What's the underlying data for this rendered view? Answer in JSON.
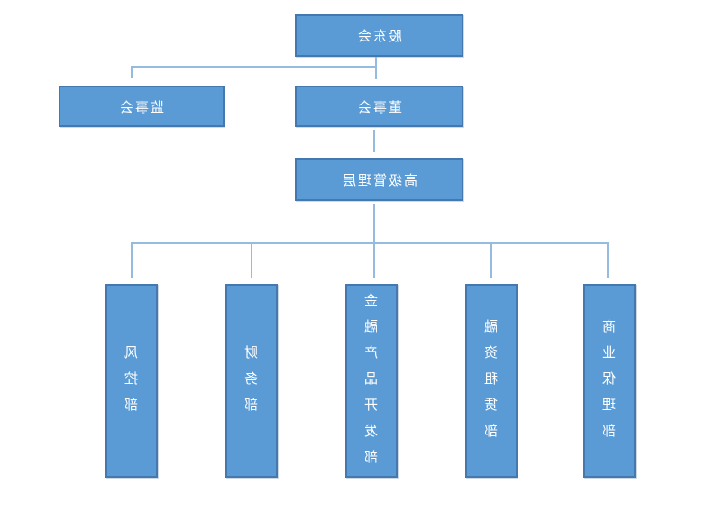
{
  "diagram": {
    "type": "org-chart",
    "text_mirrored": true,
    "colors": {
      "background": "#ffffff",
      "node_fill": "#5b9bd5",
      "node_border": "#4678b0",
      "connector": "#95bcdf",
      "text": "#ffffff"
    },
    "nodes": {
      "shareholders": {
        "label": "股东会"
      },
      "supervisory_board": {
        "label": "监事会"
      },
      "board_of_directors": {
        "label": "董事会"
      },
      "senior_management": {
        "label": "高级管理层"
      },
      "departments": [
        {
          "label": "风控部"
        },
        {
          "label": "财务部"
        },
        {
          "label": "金融产品开发部"
        },
        {
          "label": "融资租赁部"
        },
        {
          "label": "商业保理部"
        }
      ]
    },
    "edges": [
      {
        "from": "shareholders",
        "to": "supervisory_board"
      },
      {
        "from": "shareholders",
        "to": "board_of_directors"
      },
      {
        "from": "board_of_directors",
        "to": "senior_management"
      },
      {
        "from": "senior_management",
        "to": "风控部"
      },
      {
        "from": "senior_management",
        "to": "财务部"
      },
      {
        "from": "senior_management",
        "to": "金融产品开发部"
      },
      {
        "from": "senior_management",
        "to": "融资租赁部"
      },
      {
        "from": "senior_management",
        "to": "商业保理部"
      }
    ]
  }
}
